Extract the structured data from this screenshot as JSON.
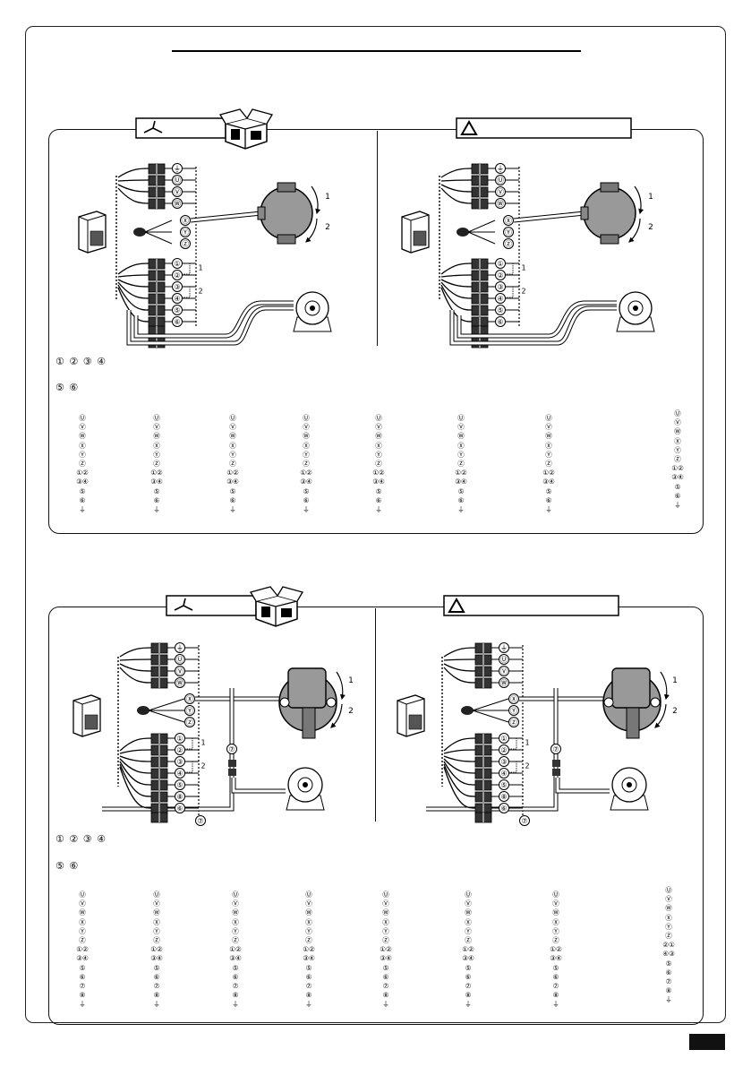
{
  "sections": [
    {
      "legend_a": "① ② ③ ④",
      "legend_b": "⑤ ⑥",
      "columns": [
        {
          "labels": [
            "Ⓤ",
            "Ⓥ",
            "Ⓦ",
            "Ⓧ",
            "Ⓨ",
            "Ⓩ",
            "①②",
            "③④",
            "⑤",
            "⑥",
            "⏚"
          ]
        },
        {
          "labels": [
            "Ⓤ",
            "Ⓥ",
            "Ⓦ",
            "Ⓧ",
            "Ⓨ",
            "Ⓩ",
            "①②",
            "③④",
            "⑤",
            "⑥",
            "⏚"
          ]
        },
        {
          "labels": [
            "Ⓤ",
            "Ⓥ",
            "Ⓦ",
            "Ⓧ",
            "Ⓨ",
            "Ⓩ",
            "①②",
            "③④",
            "⑤",
            "⑥",
            "⏚"
          ]
        },
        {
          "labels": [
            "Ⓤ",
            "Ⓥ",
            "Ⓦ",
            "Ⓧ",
            "Ⓨ",
            "Ⓩ",
            "①②",
            "③④",
            "⑤",
            "⑥",
            "⏚"
          ]
        },
        {
          "labels": [
            "Ⓤ",
            "Ⓥ",
            "Ⓦ",
            "Ⓧ",
            "Ⓨ",
            "Ⓩ",
            "①②",
            "③④",
            "⑤",
            "⑥",
            "⏚"
          ]
        },
        {
          "labels": [
            "Ⓤ",
            "Ⓥ",
            "Ⓦ",
            "Ⓧ",
            "Ⓨ",
            "Ⓩ",
            "①②",
            "③④",
            "⑤",
            "⑥",
            "⏚"
          ]
        },
        {
          "labels": [
            "Ⓤ",
            "Ⓥ",
            "Ⓦ",
            "Ⓧ",
            "Ⓨ",
            "Ⓩ",
            "①②",
            "③④",
            "⑤",
            "⑥",
            "⏚"
          ]
        },
        {
          "labels": [
            "Ⓤ",
            "Ⓥ",
            "Ⓦ",
            "Ⓧ",
            "Ⓨ",
            "Ⓩ",
            "①②",
            "③④",
            "⑤",
            "⑥",
            "⏚"
          ]
        }
      ]
    },
    {
      "legend_a": "① ② ③ ④",
      "legend_b": "⑤ ⑥",
      "columns": [
        {
          "labels": [
            "Ⓤ",
            "Ⓥ",
            "Ⓦ",
            "Ⓧ",
            "Ⓨ",
            "Ⓩ",
            "①②",
            "③④",
            "⑤",
            "⑥",
            "⑦",
            "⑧",
            "⏚"
          ]
        },
        {
          "labels": [
            "Ⓤ",
            "Ⓥ",
            "Ⓦ",
            "Ⓧ",
            "Ⓨ",
            "Ⓩ",
            "①②",
            "③④",
            "⑤",
            "⑥",
            "⑦",
            "⑧",
            "⏚"
          ]
        },
        {
          "labels": [
            "Ⓤ",
            "Ⓥ",
            "Ⓦ",
            "Ⓧ",
            "Ⓨ",
            "Ⓩ",
            "①②",
            "③④",
            "⑤",
            "⑥",
            "⑦",
            "⑧",
            "⏚"
          ]
        },
        {
          "labels": [
            "Ⓤ",
            "Ⓥ",
            "Ⓦ",
            "Ⓧ",
            "Ⓨ",
            "Ⓩ",
            "①②",
            "③④",
            "⑤",
            "⑥",
            "⑦",
            "⑧",
            "⏚"
          ]
        },
        {
          "labels": [
            "Ⓤ",
            "Ⓥ",
            "Ⓦ",
            "Ⓧ",
            "Ⓨ",
            "Ⓩ",
            "①②",
            "③④",
            "⑤",
            "⑥",
            "⑦",
            "⑧",
            "⏚"
          ]
        },
        {
          "labels": [
            "Ⓤ",
            "Ⓥ",
            "Ⓦ",
            "Ⓧ",
            "Ⓨ",
            "Ⓩ",
            "①②",
            "③④",
            "⑤",
            "⑥",
            "⑦",
            "⑧",
            "⏚"
          ]
        },
        {
          "labels": [
            "Ⓤ",
            "Ⓥ",
            "Ⓦ",
            "Ⓧ",
            "Ⓨ",
            "Ⓩ",
            "①②",
            "③④",
            "⑤",
            "⑥",
            "⑦",
            "⑧",
            "⏚"
          ]
        },
        {
          "labels": [
            "Ⓤ",
            "Ⓥ",
            "Ⓦ",
            "Ⓧ",
            "Ⓨ",
            "Ⓩ",
            "②①",
            "④③",
            "⑤",
            "⑥",
            "⑦",
            "⑧",
            "⏚"
          ]
        }
      ]
    }
  ],
  "terminals": {
    "top": [
      "⏚",
      "Ⓤ",
      "Ⓥ",
      "Ⓦ"
    ],
    "mid": [
      "Ⓧ",
      "Ⓨ",
      "Ⓩ"
    ],
    "low_a": [
      "①",
      "②",
      "③",
      "④",
      "⑤",
      "⑥"
    ],
    "low_b": [
      "①",
      "②",
      "③",
      "④",
      "⑤",
      "⑧",
      "⑥"
    ]
  },
  "rotation_labels": [
    "1",
    "2"
  ],
  "contact_labels": [
    "1",
    "2"
  ],
  "cable_label": "⑦"
}
